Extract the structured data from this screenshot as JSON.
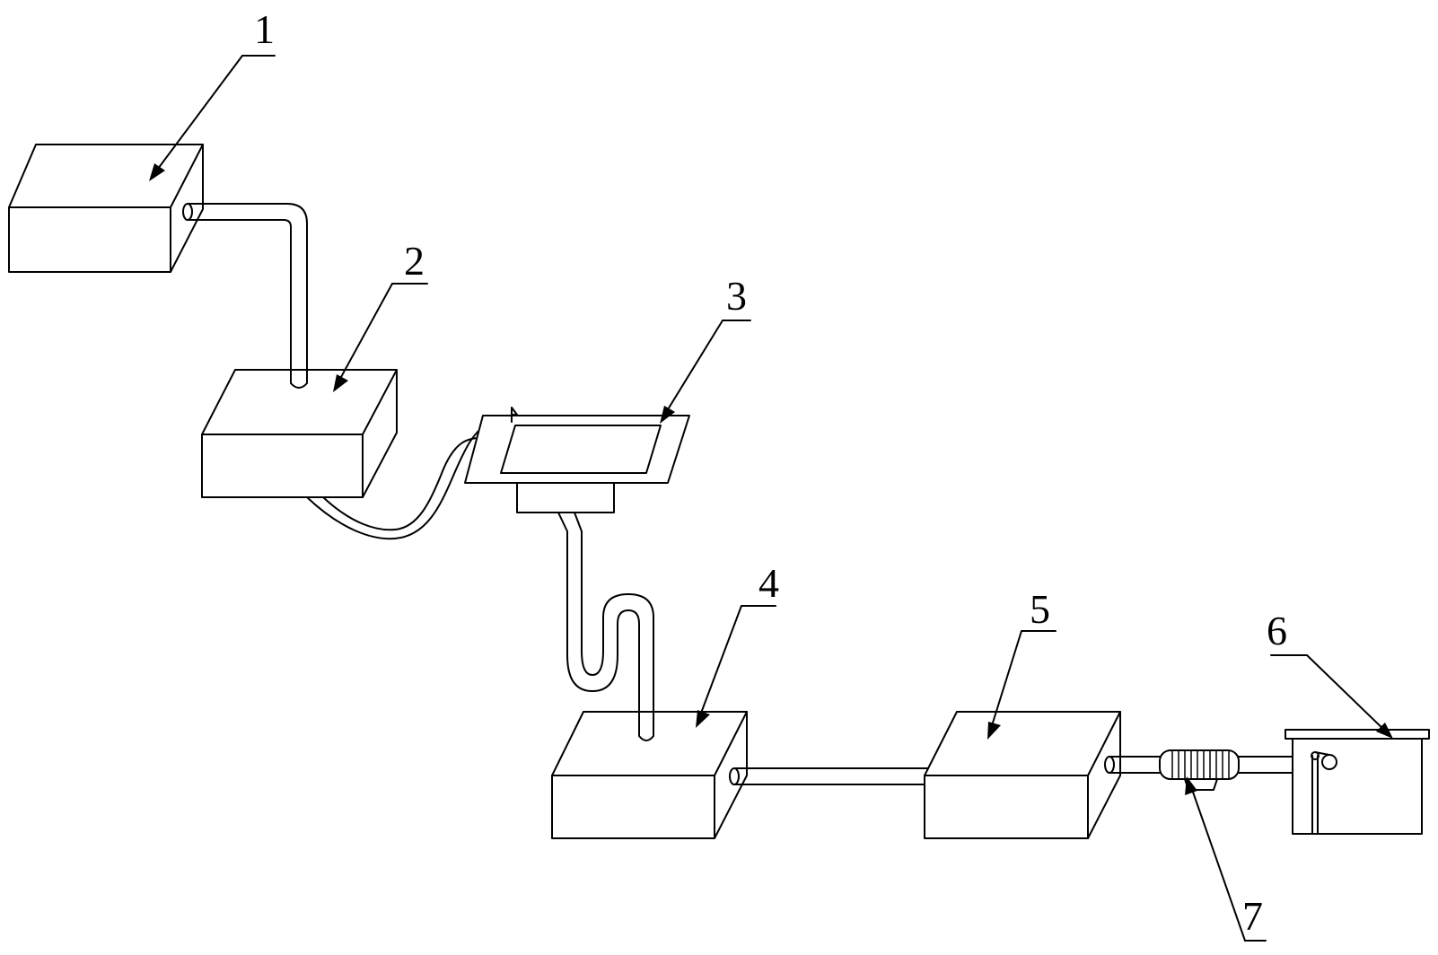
{
  "colors": {
    "line": "#000000",
    "background": "#ffffff"
  },
  "labels": [
    {
      "id": "1",
      "text": "1"
    },
    {
      "id": "2",
      "text": "2"
    },
    {
      "id": "3",
      "text": "3"
    },
    {
      "id": "4",
      "text": "4"
    },
    {
      "id": "5",
      "text": "5"
    },
    {
      "id": "6",
      "text": "6"
    },
    {
      "id": "7",
      "text": "7"
    }
  ]
}
